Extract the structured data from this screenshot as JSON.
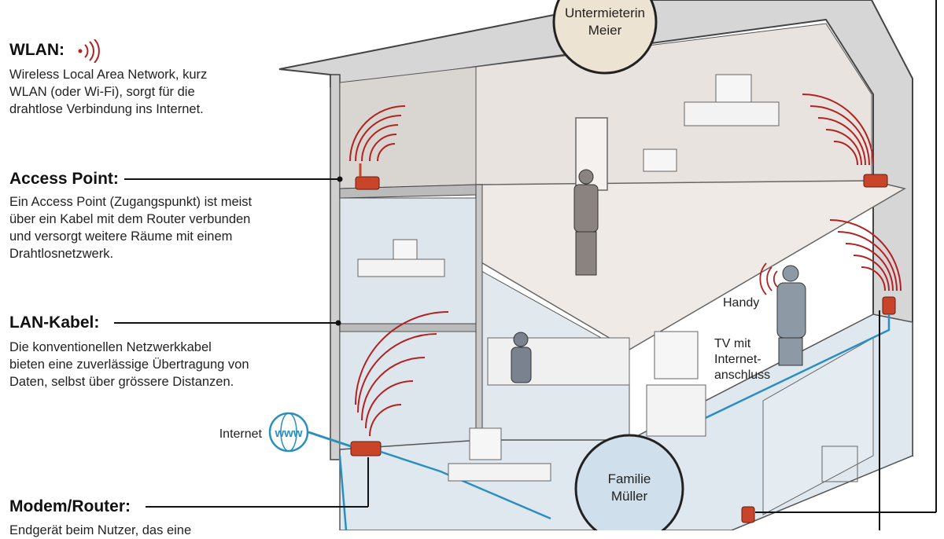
{
  "legend": {
    "wlan": {
      "term": "WLAN:",
      "lines": [
        "Wireless Local Area Network, kurz",
        "WLAN (oder Wi-Fi), sorgt für die",
        "drahtlose Verbindung ins Internet."
      ]
    },
    "access_point": {
      "term": "Access Point:",
      "lines": [
        "Ein Access Point (Zugangspunkt) ist meist",
        "über ein Kabel mit dem Router verbunden",
        "und versorgt weitere Räume mit einem",
        "Drahtlosnetzwerk."
      ]
    },
    "lan": {
      "term": "LAN-Kabel:",
      "lines": [
        "Die konventionellen Netzwerkkabel",
        "bieten eine zuverlässige Übertragung von",
        "Daten, selbst über grössere Distanzen."
      ]
    },
    "router": {
      "term": "Modem/Router:",
      "lines": [
        "Endgerät beim Nutzer, das eine"
      ]
    }
  },
  "labels": {
    "internet": "Internet",
    "www": "www",
    "handy": "Handy",
    "tv_lines": [
      "TV mit",
      "Internet-",
      "anschluss"
    ],
    "tenant_lines": [
      "Untermieterin",
      "Meier"
    ],
    "family_lines": [
      "Familie",
      "Müller"
    ]
  },
  "colors": {
    "signal": "#b22222",
    "cable": "#2a8fc0",
    "device": "#c8452a",
    "tenant_circle": "#ece3d2",
    "family_circle": "#cfe0ec"
  }
}
